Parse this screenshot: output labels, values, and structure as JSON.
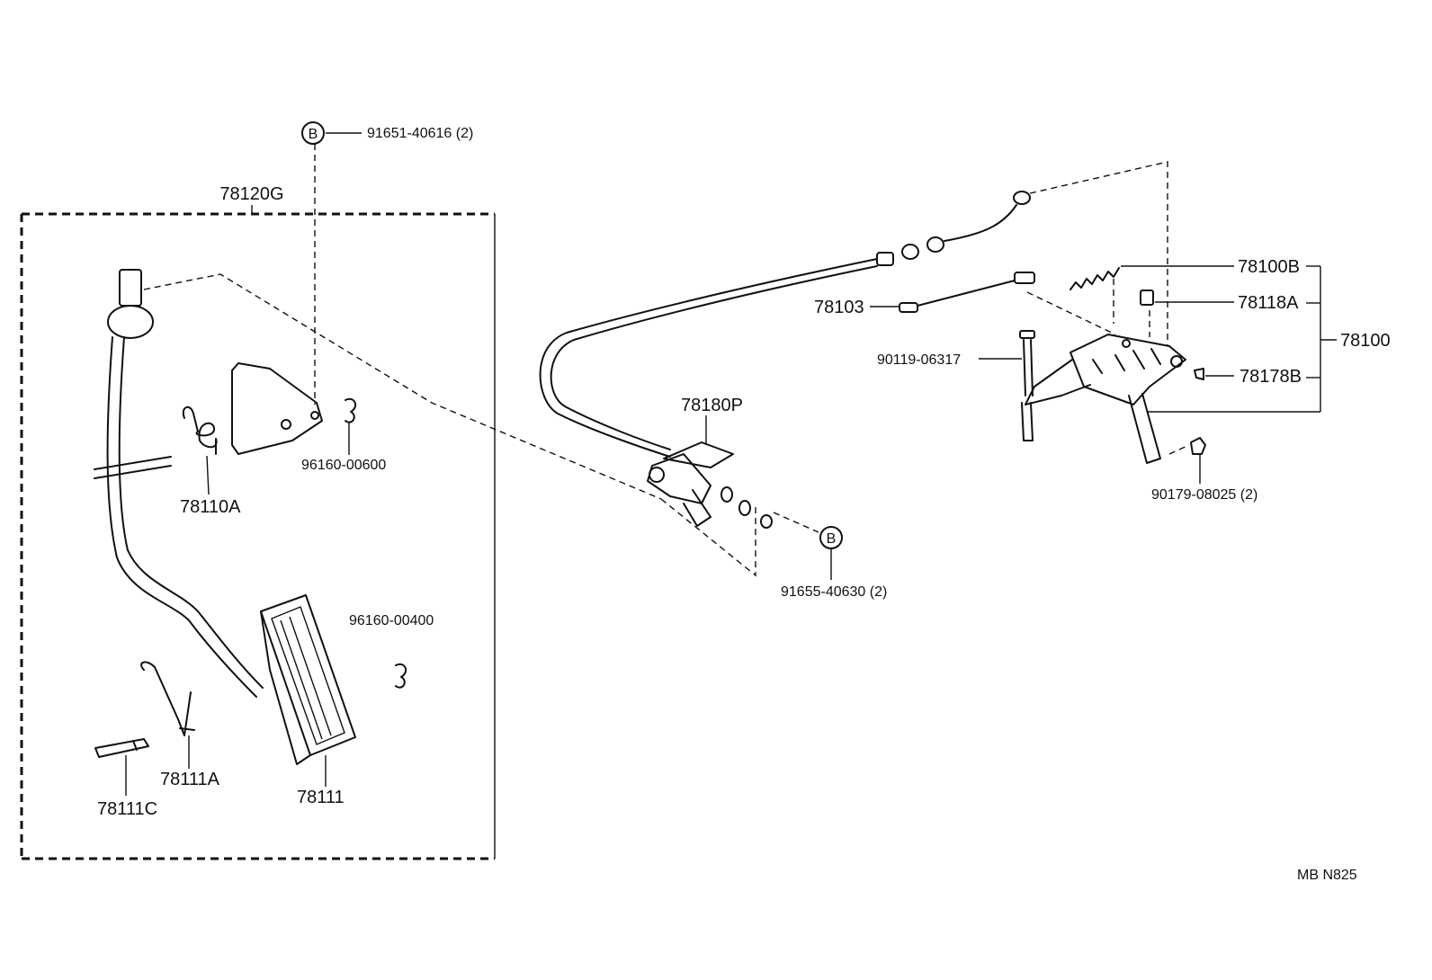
{
  "diagram": {
    "callouts": {
      "assembly": "78120G",
      "bolt_b_top": "91651-40616 (2)",
      "b_marker": "B",
      "clip_upper": "96160-00600",
      "spring_upper": "78110A",
      "clip_lower": "96160-00400",
      "spring_lower": "78111A",
      "pin": "78111C",
      "pedal_pad": "78111",
      "bracket": "78180P",
      "bolt_b_bottom": "91655-40630 (2)",
      "rod": "78103",
      "return_spring": "78100B",
      "part_78118a": "78118A",
      "link_assy": "78100",
      "stud_bolt": "90119-06317",
      "part_78178b": "78178B",
      "nut": "90179-08025 (2)"
    },
    "footer_code": "MB  N825"
  }
}
